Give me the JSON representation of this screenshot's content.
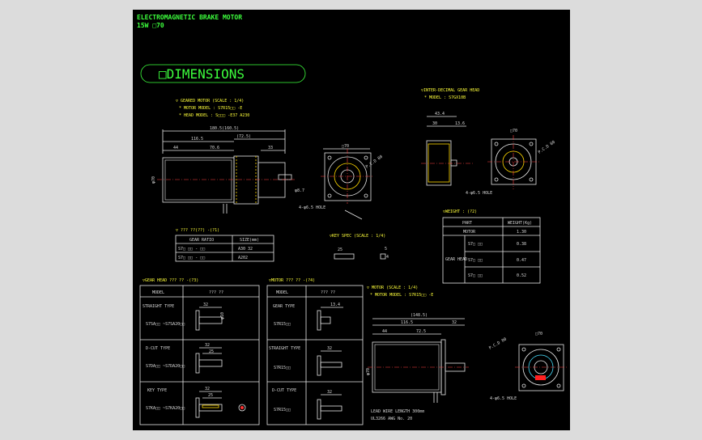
{
  "header": {
    "title": "ELECTROMAGNETIC BRAKE MOTOR",
    "subtitle": "15W  □70"
  },
  "dimensions_label": "□DIMENSIONS",
  "geared_motor": {
    "lines": [
      "▽ GEARED MOTOR (SCALE : 1/4)",
      "* MOTOR MODEL : S7R15□□ -E",
      "* HEAD MODEL : S□□□ -E37  A230"
    ],
    "dims": [
      "180.5(160.5)",
      "116.5",
      "44",
      "(72.5)",
      "70.6",
      "33",
      "φ8.7",
      "φ70"
    ],
    "front": [
      "□70",
      "4-φ6.5 HOLE",
      "P.C.D 80"
    ]
  },
  "inter_head": {
    "lines": [
      "▽INTER-DECIMAL GEAR HEAD",
      "* MODEL : S7GX10B"
    ],
    "dims": [
      "43.4",
      "30",
      "13.6",
      "□70",
      "P.C.D 80",
      "4-φ6.5 HOLE"
    ]
  },
  "weight": {
    "title": "▽WEIGHT : (?2)",
    "headers": [
      "PART",
      "WEIGHT(Kg)"
    ],
    "rows": [
      {
        "part": "MOTOR",
        "sub": "",
        "value": "1.30"
      },
      {
        "part": "GEAR HEAD",
        "sub": "S7□ □□",
        "value": "0.38"
      },
      {
        "part": "",
        "sub": "S7□ □□",
        "value": "0.47"
      },
      {
        "part": "",
        "sub": "S7□ □□",
        "value": "0.52"
      }
    ]
  },
  "gear_ratio": {
    "title": "▽ ??? ??(??) -(?1)",
    "headers": [
      "GEAR RATIO",
      "SIZE(mm)"
    ],
    "rows": [
      [
        "S7□ □□ - □□",
        "A30 32"
      ],
      [
        "S7□ □□ - □□",
        "A202"
      ]
    ]
  },
  "key_spec": {
    "title": "▽KEY SPEC (SCALE : 1/4)",
    "dims": [
      "25",
      "5",
      "4"
    ]
  },
  "gear_head_table": {
    "title": "▽GEAR HEAD ??? ?? -(?3)",
    "headers": [
      "MODEL",
      "??? ??"
    ],
    "rows": [
      {
        "type": "STRAIGHT TYPE",
        "model": "S7SA□□ ~S7SA20□□",
        "d1": "32",
        "d2": "φ10"
      },
      {
        "type": "D-CUT TYPE",
        "model": "S7DA□□ ~S7DA20□□",
        "d1": "32",
        "d2": "25"
      },
      {
        "type": "KEY TYPE",
        "model": "S7KA□□ ~S7KA20□□",
        "d1": "32",
        "d2": "25"
      }
    ]
  },
  "motor_table": {
    "title": "▽MOTOR ??? ?? -(?4)",
    "headers": [
      "MODEL",
      "??? ??"
    ],
    "rows": [
      {
        "type": "GEAR TYPE",
        "model": "S7R15□□",
        "d1": "13.4"
      },
      {
        "type": "STRAIGHT TYPE",
        "model": "S7R15□□",
        "d1": "32"
      },
      {
        "type": "D-CUT TYPE",
        "model": "S7R15□□",
        "d1": "32"
      }
    ]
  },
  "motor_scale": {
    "lines": [
      "▽ MOTOR (SCALE : 1/4)",
      "* MOTOR MODEL : S7R15□□ -E"
    ],
    "dims": [
      "(148.5)",
      "116.5",
      "44",
      "72.5",
      "32",
      "φ70",
      "P.C.D 80",
      "□70",
      "4-φ6.5 HOLE"
    ],
    "lead": [
      "LEAD WIRE LENGTH 300mm",
      "UL3266 AWG No. 20"
    ]
  }
}
